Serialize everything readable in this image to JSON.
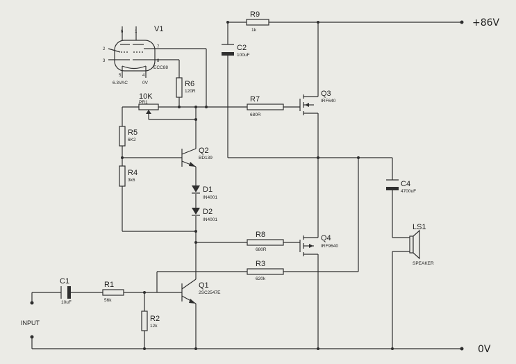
{
  "rails": {
    "positive": "+86V",
    "ground": "0V"
  },
  "input_label": "INPUT",
  "components": {
    "v1": {
      "ref": "V1",
      "value": "ECC88",
      "pins": [
        "2",
        "3",
        "7",
        "8",
        "6",
        "1",
        "4",
        "5"
      ],
      "heater_left": "6.3VAC",
      "heater_right": "0V"
    },
    "r9": {
      "ref": "R9",
      "value": "1k"
    },
    "c2": {
      "ref": "C2",
      "value": "100uF"
    },
    "r6": {
      "ref": "R6",
      "value": "120R"
    },
    "pr1": {
      "ref": "PR1",
      "value": "10K"
    },
    "r7": {
      "ref": "R7",
      "value": "680R"
    },
    "q3": {
      "ref": "Q3",
      "value": "IRF640"
    },
    "r5": {
      "ref": "R5",
      "value": "6K2"
    },
    "q2": {
      "ref": "Q2",
      "value": "BD139"
    },
    "r4": {
      "ref": "R4",
      "value": "3k6"
    },
    "d1": {
      "ref": "D1",
      "value": "IN4001"
    },
    "d2": {
      "ref": "D2",
      "value": "IN4001"
    },
    "c4": {
      "ref": "C4",
      "value": "4700uF"
    },
    "ls1": {
      "ref": "LS1",
      "value": "SPEAKER"
    },
    "r8": {
      "ref": "R8",
      "value": "680R"
    },
    "q4": {
      "ref": "Q4",
      "value": "IRF9640"
    },
    "r3": {
      "ref": "R3",
      "value": "620k"
    },
    "c1": {
      "ref": "C1",
      "value": "10uF"
    },
    "r1": {
      "ref": "R1",
      "value": "56k"
    },
    "q1": {
      "ref": "Q1",
      "value": "2SC2547E"
    },
    "r2": {
      "ref": "R2",
      "value": "12k"
    }
  }
}
